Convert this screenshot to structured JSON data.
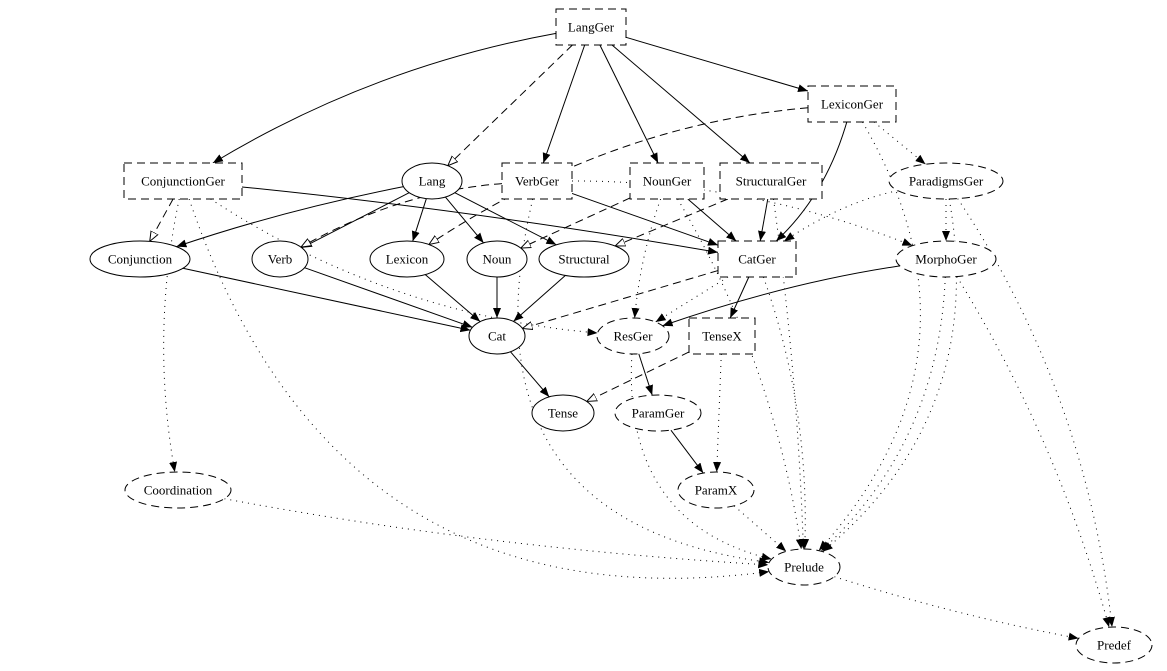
{
  "diagram": {
    "colors": {
      "stroke": "#000000",
      "background": "#ffffff"
    },
    "nodes": [
      {
        "id": "LangGer",
        "label": "LangGer",
        "shape": "box",
        "style": "dashed"
      },
      {
        "id": "LexiconGer",
        "label": "LexiconGer",
        "shape": "box",
        "style": "dashed"
      },
      {
        "id": "ConjunctionGer",
        "label": "ConjunctionGer",
        "shape": "box",
        "style": "dashed"
      },
      {
        "id": "Lang",
        "label": "Lang",
        "shape": "ellipse",
        "style": "solid"
      },
      {
        "id": "VerbGer",
        "label": "VerbGer",
        "shape": "box",
        "style": "dashed"
      },
      {
        "id": "NounGer",
        "label": "NounGer",
        "shape": "box",
        "style": "dashed"
      },
      {
        "id": "StructuralGer",
        "label": "StructuralGer",
        "shape": "box",
        "style": "dashed"
      },
      {
        "id": "ParadigmsGer",
        "label": "ParadigmsGer",
        "shape": "ellipse",
        "style": "dashed"
      },
      {
        "id": "Conjunction",
        "label": "Conjunction",
        "shape": "ellipse",
        "style": "solid"
      },
      {
        "id": "Verb",
        "label": "Verb",
        "shape": "ellipse",
        "style": "solid"
      },
      {
        "id": "Lexicon",
        "label": "Lexicon",
        "shape": "ellipse",
        "style": "solid"
      },
      {
        "id": "Noun",
        "label": "Noun",
        "shape": "ellipse",
        "style": "solid"
      },
      {
        "id": "Structural",
        "label": "Structural",
        "shape": "ellipse",
        "style": "solid"
      },
      {
        "id": "CatGer",
        "label": "CatGer",
        "shape": "box",
        "style": "dashed"
      },
      {
        "id": "MorphoGer",
        "label": "MorphoGer",
        "shape": "ellipse",
        "style": "dashed"
      },
      {
        "id": "Cat",
        "label": "Cat",
        "shape": "ellipse",
        "style": "solid"
      },
      {
        "id": "ResGer",
        "label": "ResGer",
        "shape": "ellipse",
        "style": "dashed"
      },
      {
        "id": "TenseX",
        "label": "TenseX",
        "shape": "box",
        "style": "dashed"
      },
      {
        "id": "Tense",
        "label": "Tense",
        "shape": "ellipse",
        "style": "solid"
      },
      {
        "id": "ParamGer",
        "label": "ParamGer",
        "shape": "ellipse",
        "style": "dashed"
      },
      {
        "id": "Coordination",
        "label": "Coordination",
        "shape": "ellipse",
        "style": "dashed"
      },
      {
        "id": "ParamX",
        "label": "ParamX",
        "shape": "ellipse",
        "style": "dashed"
      },
      {
        "id": "Prelude",
        "label": "Prelude",
        "shape": "ellipse",
        "style": "dashed"
      },
      {
        "id": "Predef",
        "label": "Predef",
        "shape": "ellipse",
        "style": "dashed"
      }
    ],
    "edges": [
      {
        "from": "LangGer",
        "to": "ConjunctionGer",
        "style": "solid"
      },
      {
        "from": "LangGer",
        "to": "Lang",
        "style": "dashed"
      },
      {
        "from": "LangGer",
        "to": "VerbGer",
        "style": "solid"
      },
      {
        "from": "LangGer",
        "to": "NounGer",
        "style": "solid"
      },
      {
        "from": "LangGer",
        "to": "StructuralGer",
        "style": "solid"
      },
      {
        "from": "LangGer",
        "to": "LexiconGer",
        "style": "solid"
      },
      {
        "from": "LexiconGer",
        "to": "CatGer",
        "style": "solid"
      },
      {
        "from": "LexiconGer",
        "to": "Lexicon",
        "style": "dashed"
      },
      {
        "from": "LexiconGer",
        "to": "ParadigmsGer",
        "style": "dotted"
      },
      {
        "from": "LexiconGer",
        "to": "Prelude",
        "style": "dotted"
      },
      {
        "from": "ConjunctionGer",
        "to": "Conjunction",
        "style": "dashed"
      },
      {
        "from": "ConjunctionGer",
        "to": "CatGer",
        "style": "solid"
      },
      {
        "from": "ConjunctionGer",
        "to": "Coordination",
        "style": "dotted"
      },
      {
        "from": "ConjunctionGer",
        "to": "Prelude",
        "style": "dotted"
      },
      {
        "from": "ConjunctionGer",
        "to": "ResGer",
        "style": "dotted"
      },
      {
        "from": "Lang",
        "to": "Conjunction",
        "style": "solid"
      },
      {
        "from": "Lang",
        "to": "Verb",
        "style": "solid"
      },
      {
        "from": "Lang",
        "to": "Lexicon",
        "style": "solid"
      },
      {
        "from": "Lang",
        "to": "Noun",
        "style": "solid"
      },
      {
        "from": "Lang",
        "to": "Structural",
        "style": "solid"
      },
      {
        "from": "VerbGer",
        "to": "Verb",
        "style": "dashed"
      },
      {
        "from": "VerbGer",
        "to": "CatGer",
        "style": "solid"
      },
      {
        "from": "VerbGer",
        "to": "MorphoGer",
        "style": "dotted"
      },
      {
        "from": "VerbGer",
        "to": "Prelude",
        "style": "dotted"
      },
      {
        "from": "NounGer",
        "to": "Noun",
        "style": "dashed"
      },
      {
        "from": "NounGer",
        "to": "CatGer",
        "style": "solid"
      },
      {
        "from": "NounGer",
        "to": "ResGer",
        "style": "dotted"
      },
      {
        "from": "NounGer",
        "to": "Prelude",
        "style": "dotted"
      },
      {
        "from": "StructuralGer",
        "to": "Structural",
        "style": "dashed"
      },
      {
        "from": "StructuralGer",
        "to": "CatGer",
        "style": "solid"
      },
      {
        "from": "StructuralGer",
        "to": "Prelude",
        "style": "dotted"
      },
      {
        "from": "ParadigmsGer",
        "to": "MorphoGer",
        "style": "dotted"
      },
      {
        "from": "ParadigmsGer",
        "to": "CatGer",
        "style": "dotted"
      },
      {
        "from": "ParadigmsGer",
        "to": "Prelude",
        "style": "dotted"
      },
      {
        "from": "ParadigmsGer",
        "to": "Predef",
        "style": "dotted"
      },
      {
        "from": "Conjunction",
        "to": "Cat",
        "style": "solid"
      },
      {
        "from": "Verb",
        "to": "Cat",
        "style": "solid"
      },
      {
        "from": "Lexicon",
        "to": "Cat",
        "style": "solid"
      },
      {
        "from": "Noun",
        "to": "Cat",
        "style": "solid"
      },
      {
        "from": "Structural",
        "to": "Cat",
        "style": "solid"
      },
      {
        "from": "CatGer",
        "to": "Cat",
        "style": "dashed"
      },
      {
        "from": "CatGer",
        "to": "ResGer",
        "style": "dotted"
      },
      {
        "from": "CatGer",
        "to": "TenseX",
        "style": "solid"
      },
      {
        "from": "CatGer",
        "to": "Prelude",
        "style": "dotted"
      },
      {
        "from": "MorphoGer",
        "to": "ResGer",
        "style": "solid"
      },
      {
        "from": "MorphoGer",
        "to": "Prelude",
        "style": "dotted"
      },
      {
        "from": "MorphoGer",
        "to": "Predef",
        "style": "dotted"
      },
      {
        "from": "Cat",
        "to": "Tense",
        "style": "solid"
      },
      {
        "from": "ResGer",
        "to": "ParamGer",
        "style": "solid"
      },
      {
        "from": "ResGer",
        "to": "Prelude",
        "style": "dotted"
      },
      {
        "from": "TenseX",
        "to": "Tense",
        "style": "dashed"
      },
      {
        "from": "TenseX",
        "to": "ParamX",
        "style": "dotted"
      },
      {
        "from": "ParamGer",
        "to": "ParamX",
        "style": "solid"
      },
      {
        "from": "Coordination",
        "to": "Prelude",
        "style": "dotted"
      },
      {
        "from": "ParamX",
        "to": "Prelude",
        "style": "dotted"
      },
      {
        "from": "Prelude",
        "to": "Predef",
        "style": "dotted"
      }
    ]
  }
}
